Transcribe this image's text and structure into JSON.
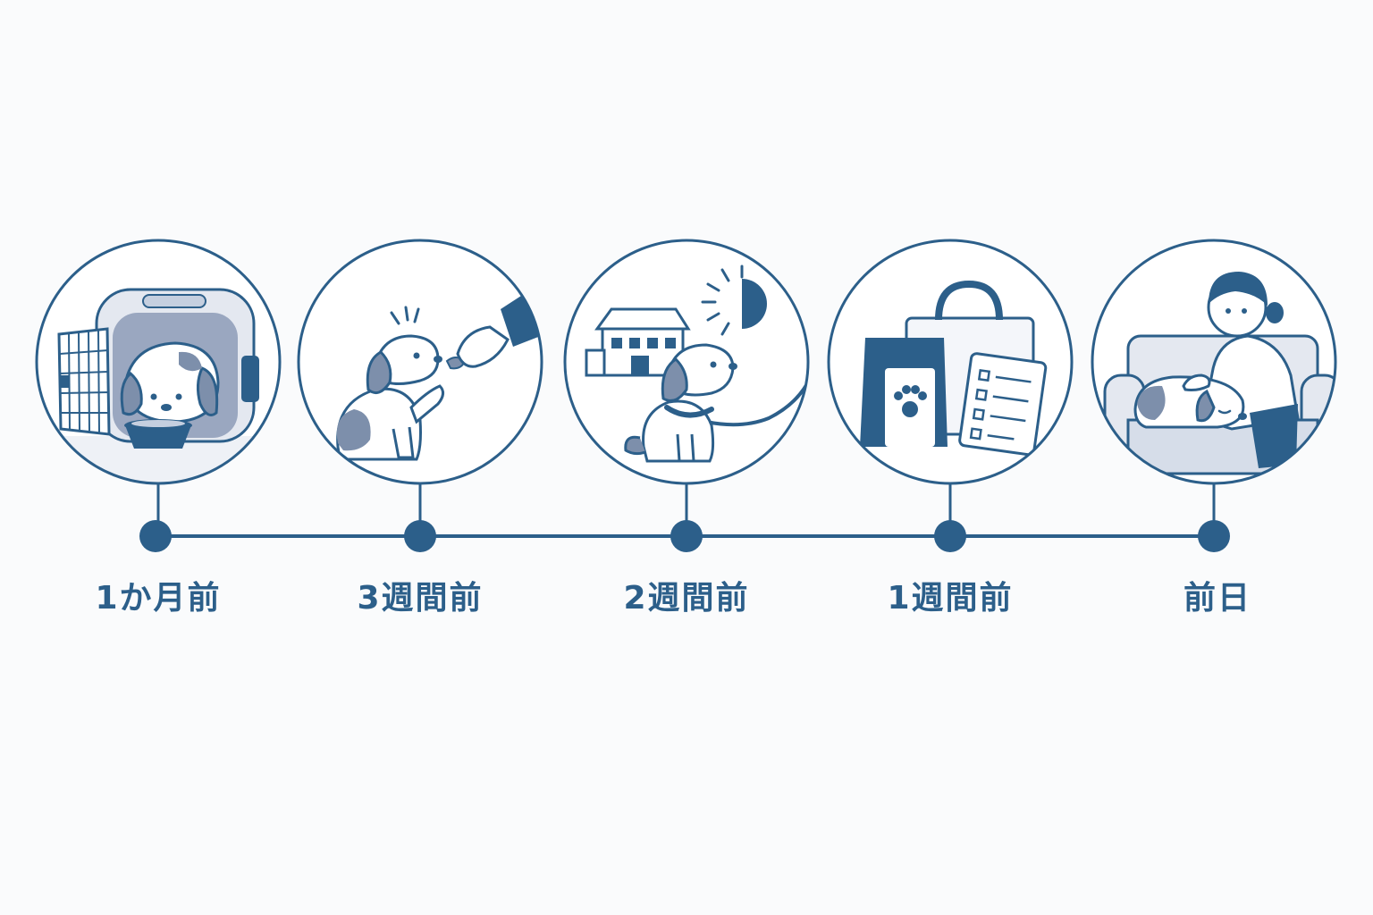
{
  "colors": {
    "primary": "#2c5f8a",
    "light": "#c5cfdf",
    "mid": "#7d8fab",
    "background": "#fafbfc"
  },
  "timeline": {
    "steps": [
      {
        "label": "1か月前",
        "icon": "crate-training-icon"
      },
      {
        "label": "3週間前",
        "icon": "treat-training-icon"
      },
      {
        "label": "2週間前",
        "icon": "leash-walk-icon"
      },
      {
        "label": "1週間前",
        "icon": "supplies-checklist-icon"
      },
      {
        "label": "前日",
        "icon": "rest-on-sofa-icon"
      }
    ]
  }
}
